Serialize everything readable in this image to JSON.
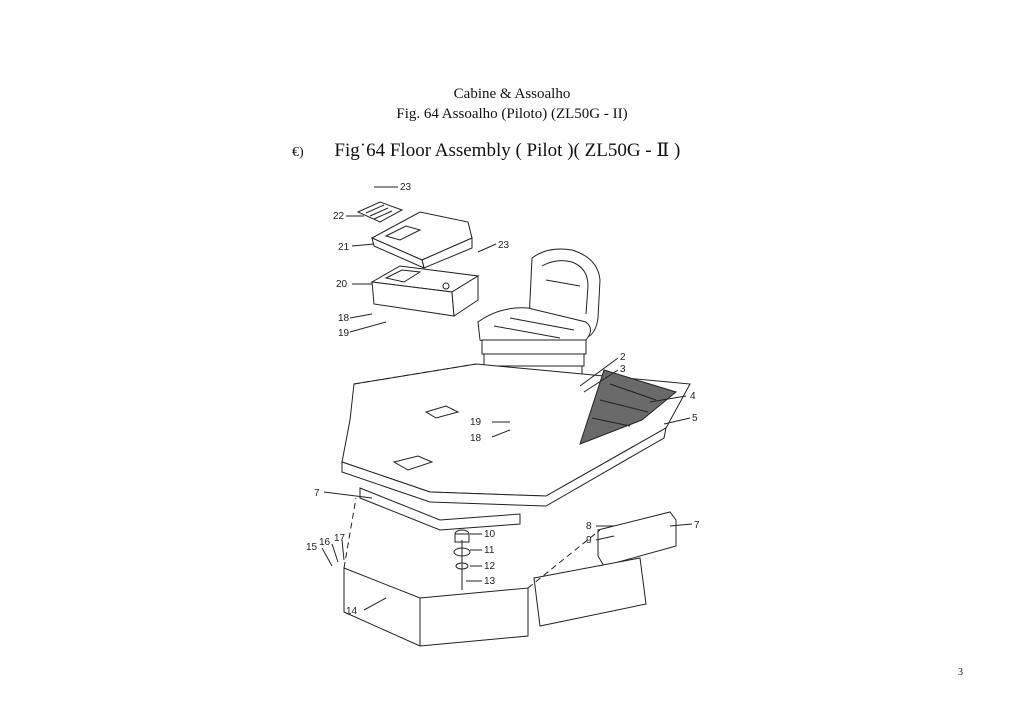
{
  "header": {
    "title_pt": "Cabine & Assoalho",
    "subtitle_pt": "Fig. 64 Assoalho (Piloto) (ZL50G - II)"
  },
  "caption": {
    "mark": "€)",
    "text": "Fig˙64  Floor  Assembly ( Pilot )( ZL50G - Ⅱ )"
  },
  "callouts": {
    "c2": "2",
    "c3": "3",
    "c4": "4",
    "c5": "5",
    "c7a": "7",
    "c7b": "7",
    "c8": "8",
    "c9": "9",
    "c10": "10",
    "c11": "11",
    "c12": "12",
    "c13": "13",
    "c14": "14",
    "c15": "15",
    "c16": "16",
    "c17": "17",
    "c18a": "18",
    "c18b": "18",
    "c19a": "19",
    "c19b": "19",
    "c20": "20",
    "c21": "21",
    "c22": "22",
    "c23a": "23",
    "c23b": "23"
  },
  "page_number": "3"
}
